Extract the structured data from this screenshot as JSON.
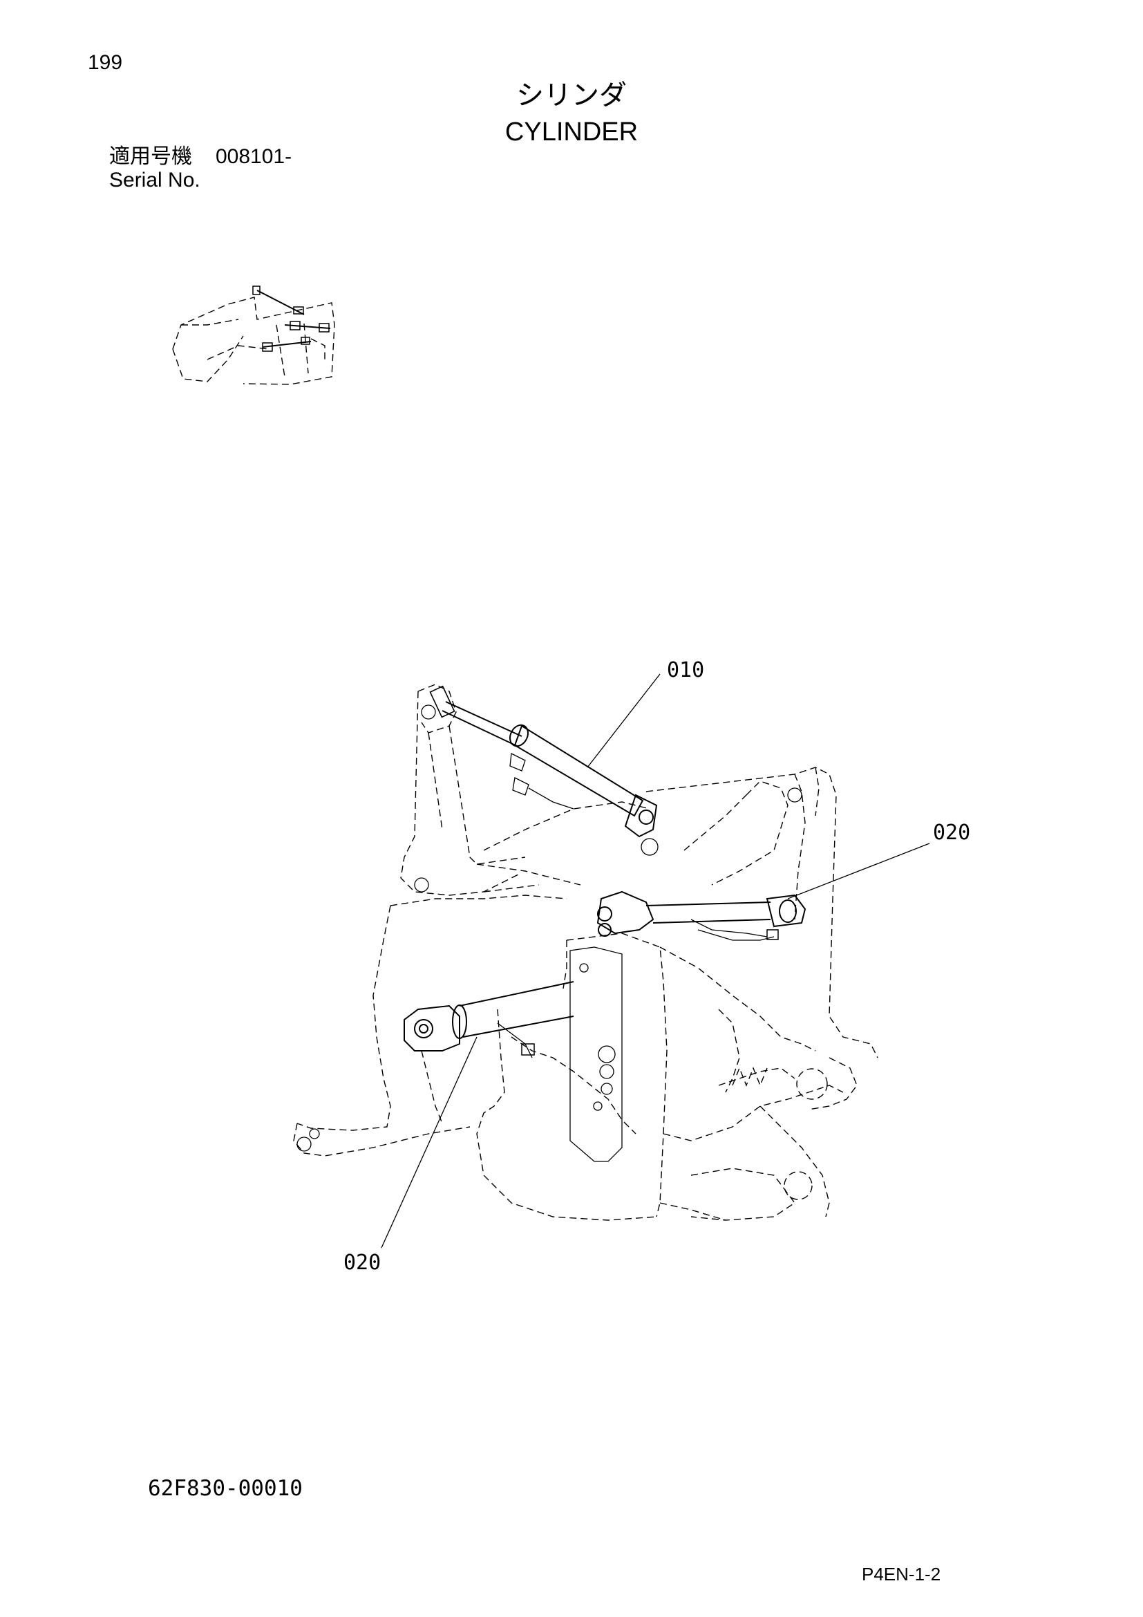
{
  "header": {
    "page_number": "199",
    "title_jp": "シリンダ",
    "title_en": "CYLINDER"
  },
  "serial": {
    "label_jp": "適用号機",
    "value": "008101-",
    "label_en": "Serial No."
  },
  "callouts": {
    "part_010": "010",
    "part_020_right": "020",
    "part_020_left": "020"
  },
  "footer": {
    "doc_number": "62F830-00010",
    "page_code": "P4EN-1-2"
  }
}
